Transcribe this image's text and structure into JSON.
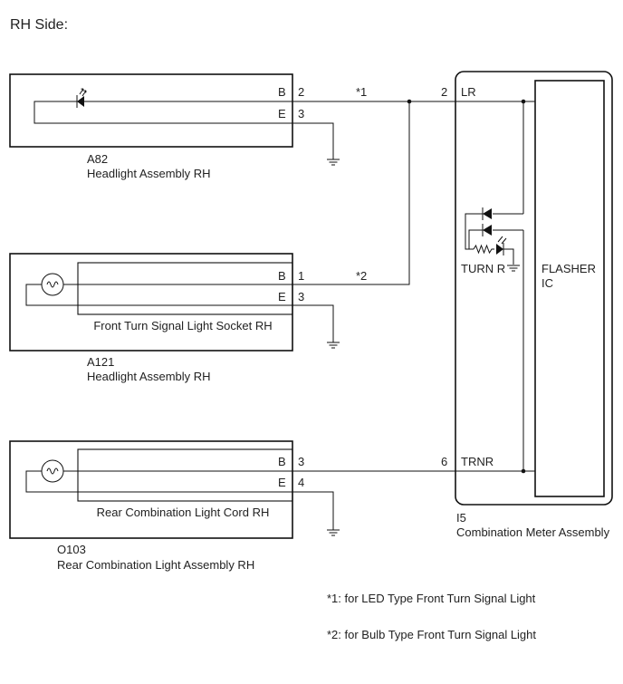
{
  "title": "RH Side:",
  "components": {
    "a82": {
      "code": "A82",
      "name": "Headlight Assembly RH",
      "pins": [
        {
          "label": "B",
          "number": "2"
        },
        {
          "label": "E",
          "number": "3"
        }
      ],
      "wire_note": "*1"
    },
    "a121": {
      "code": "A121",
      "name": "Headlight Assembly RH",
      "socket_name": "Front Turn Signal Light Socket RH",
      "pins": [
        {
          "label": "B",
          "number": "1"
        },
        {
          "label": "E",
          "number": "3"
        }
      ],
      "wire_note": "*2"
    },
    "o103": {
      "code": "O103",
      "name": "Rear Combination Light Assembly RH",
      "socket_name": "Rear Combination Light Cord RH",
      "pins": [
        {
          "label": "B",
          "number": "3"
        },
        {
          "label": "E",
          "number": "4"
        }
      ]
    },
    "i5": {
      "code": "I5",
      "name": "Combination Meter Assembly",
      "pins": [
        {
          "label": "LR",
          "number": "2"
        },
        {
          "label": "TRNR",
          "number": "6"
        }
      ],
      "indicator_label": "TURN R",
      "ic_label_line1": "FLASHER",
      "ic_label_line2": "IC"
    }
  },
  "notes": [
    "*1: for LED Type Front Turn Signal Light",
    "*2: for Bulb Type Front Turn Signal Light"
  ]
}
